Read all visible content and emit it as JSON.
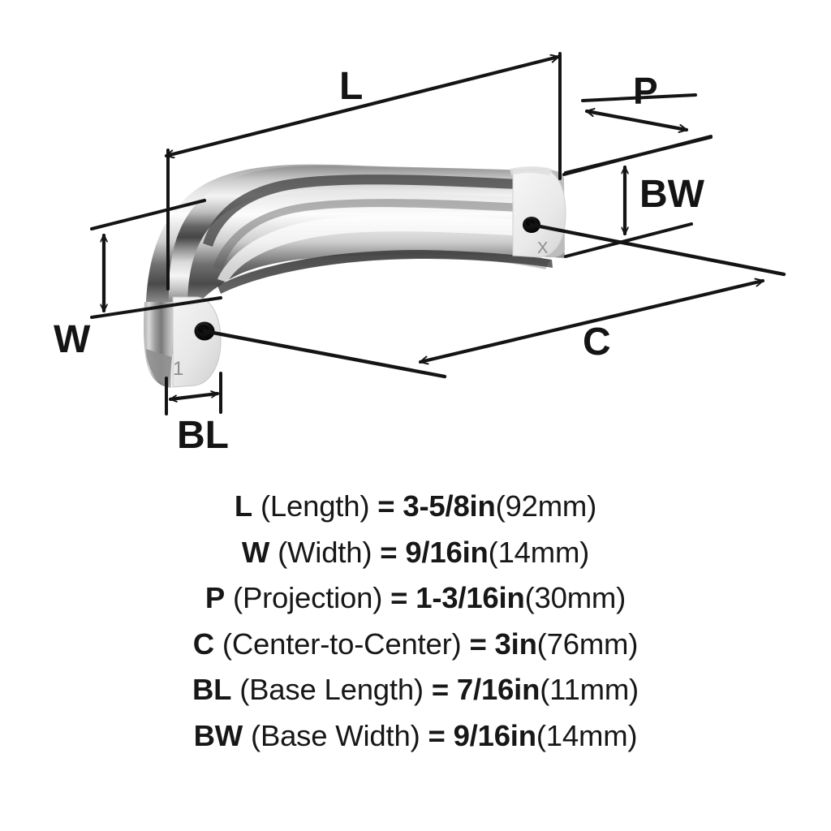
{
  "product": {
    "type": "cabinet-pull-handle",
    "finish": "polished-chrome",
    "view": "three-quarter-perspective",
    "marks": {
      "left_post": "1",
      "right_post": "X"
    }
  },
  "diagram": {
    "labels": {
      "length": "L",
      "width": "W",
      "projection": "P",
      "center_to_center": "C",
      "base_length": "BL",
      "base_width": "BW"
    },
    "colors": {
      "line": "#141414",
      "background": "#ffffff",
      "metal_light": "#fdfdfd",
      "metal_mid": "#a8a8a8",
      "metal_dark": "#3a3a3a",
      "post_face": "#e9e9e9",
      "mark": "#8d8d8d"
    }
  },
  "legend": {
    "rows": [
      {
        "code": "L",
        "name": "(Length)",
        "eq": "=",
        "imperial": "3-5/8in",
        "metric": "(92mm)"
      },
      {
        "code": "W",
        "name": "(Width)",
        "eq": "=",
        "imperial": "9/16in",
        "metric": "(14mm)"
      },
      {
        "code": "P",
        "name": "(Projection)",
        "eq": "=",
        "imperial": "1-3/16in",
        "metric": "(30mm)"
      },
      {
        "code": "C",
        "name": "(Center-to-Center)",
        "eq": "=",
        "imperial": "3in",
        "metric": "(76mm)"
      },
      {
        "code": "BL",
        "name": "(Base Length)",
        "eq": "=",
        "imperial": "7/16in",
        "metric": "(11mm)"
      },
      {
        "code": "BW",
        "name": "(Base Width)",
        "eq": "=",
        "imperial": "9/16in",
        "metric": "(14mm)"
      }
    ]
  }
}
